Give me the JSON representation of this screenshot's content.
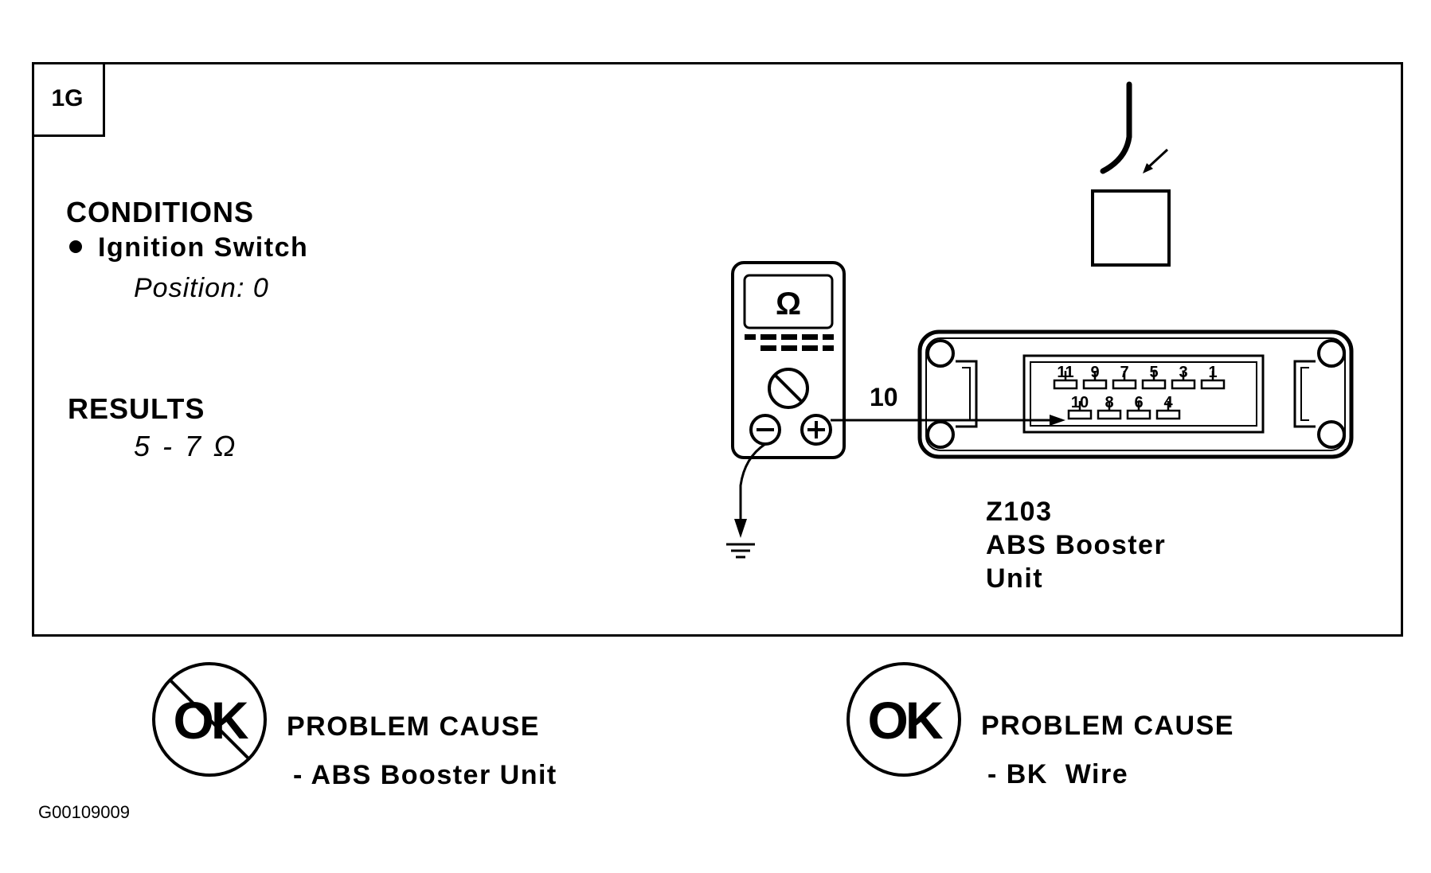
{
  "test_id": "1G",
  "conditions": {
    "heading": "CONDITIONS",
    "item": "Ignition Switch",
    "detail": "Position: 0"
  },
  "results": {
    "heading": "RESULTS",
    "value": "5 - 7 Ω"
  },
  "meter": {
    "display_symbol": "Ω",
    "neg_symbol": "⊖",
    "pos_symbol": "⊕"
  },
  "connection": {
    "wire_label": "10"
  },
  "component": {
    "id": "Z103",
    "name_line1": "ABS Booster",
    "name_line2": "Unit",
    "pins_top": [
      "11",
      "9",
      "7",
      "5",
      "3",
      "1"
    ],
    "pins_bottom": [
      "10",
      "8",
      "6",
      "4"
    ]
  },
  "outcomes": [
    {
      "badge": "OK",
      "crossed": true,
      "heading": "PROBLEM CAUSE",
      "cause": "- ABS Booster Unit"
    },
    {
      "badge": "OK",
      "crossed": false,
      "heading": "PROBLEM CAUSE",
      "cause": "- BK  Wire"
    }
  ],
  "figure_code": "G00109009"
}
